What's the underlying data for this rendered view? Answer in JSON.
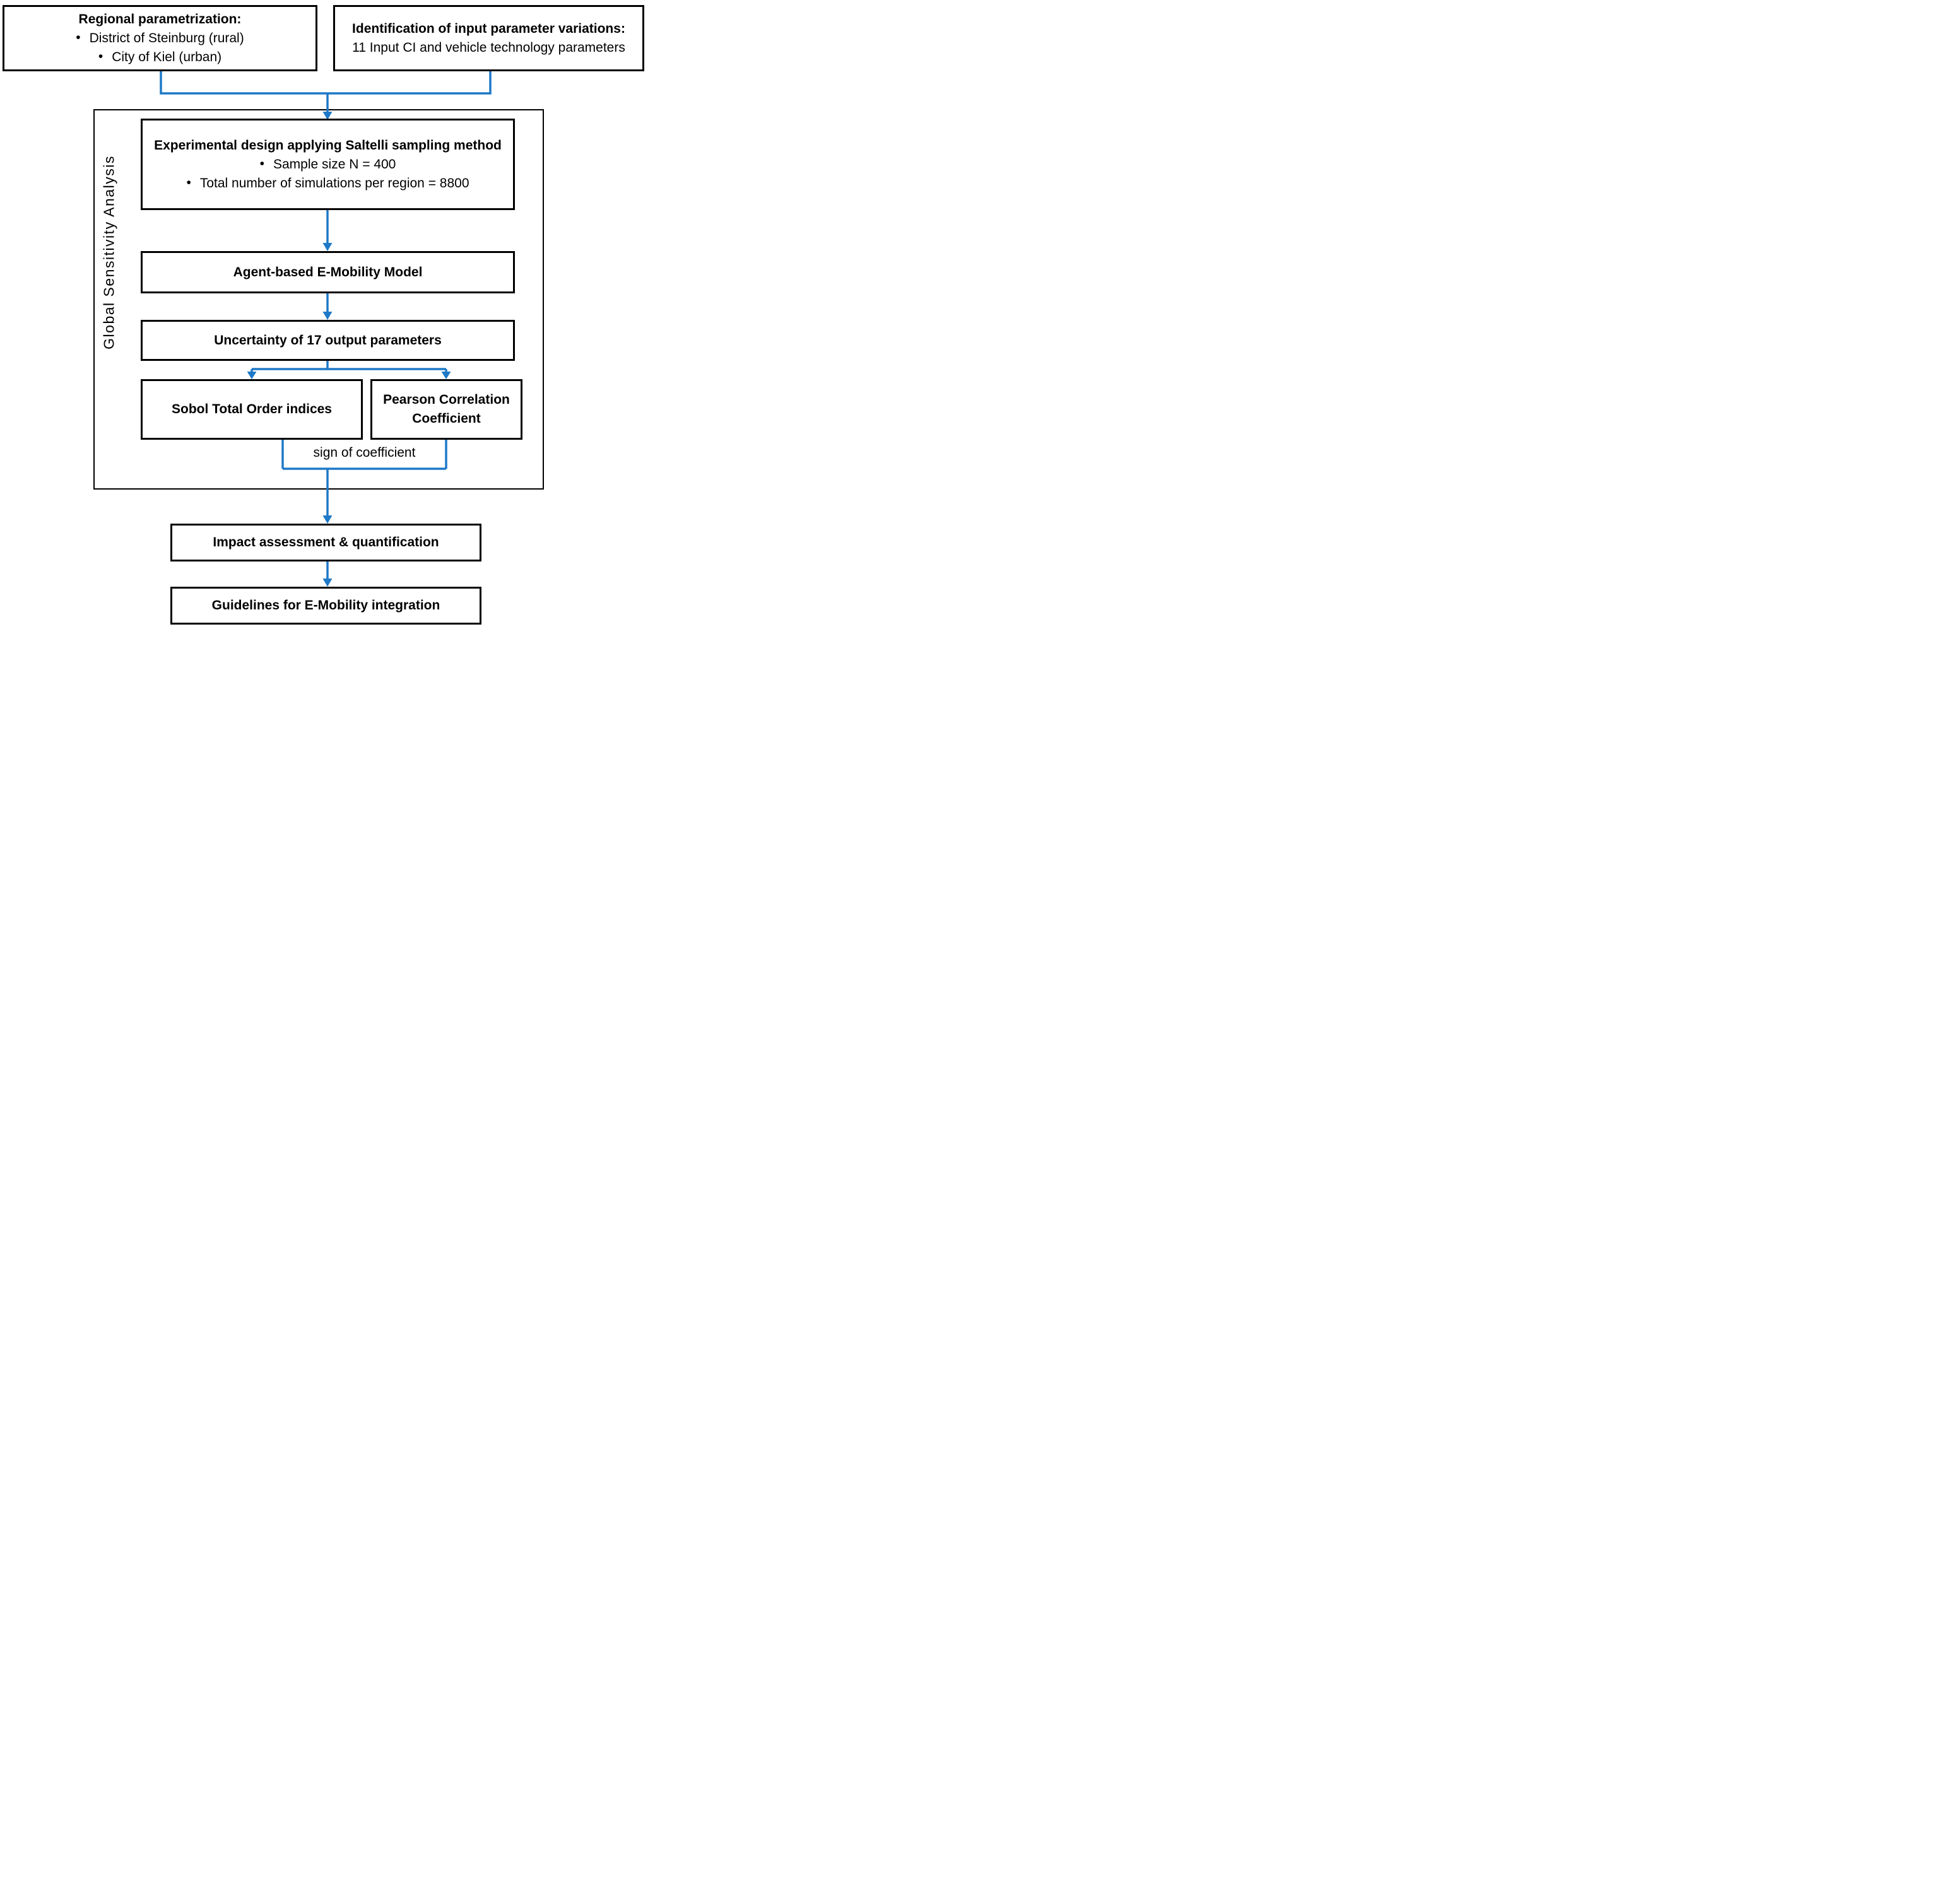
{
  "glyphs": {
    "bullet": "•"
  },
  "colors": {
    "accent_blue": "#1e79c7",
    "line_black": "#000000",
    "background": "#ffffff"
  },
  "flowchart": {
    "regional_box": {
      "title": "Regional parametrization:",
      "bullets": [
        "District of Steinburg (rural)",
        "City of Kiel (urban)"
      ]
    },
    "identification_box": {
      "title": "Identification of input parameter variations:",
      "subtitle": "11 Input CI and vehicle technology parameters"
    },
    "gsa_container": {
      "label": "Global Sensitivity Analysis"
    },
    "experimental_box": {
      "title": "Experimental design applying Saltelli sampling method",
      "bullets": [
        "Sample size N = 400",
        "Total number of simulations per region = 8800"
      ]
    },
    "agent_box": {
      "label": "Agent-based E-Mobility Model"
    },
    "uncertainty_box": {
      "label": "Uncertainty of 17 output parameters"
    },
    "sobol_box": {
      "label": "Sobol Total Order indices"
    },
    "pearson_box": {
      "label": "Pearson Correlation Coefficient"
    },
    "edge_label": "sign of coefficient",
    "impact_box": {
      "label": "Impact assessment & quantification"
    },
    "guidelines_box": {
      "label": "Guidelines for E-Mobility integration"
    }
  }
}
